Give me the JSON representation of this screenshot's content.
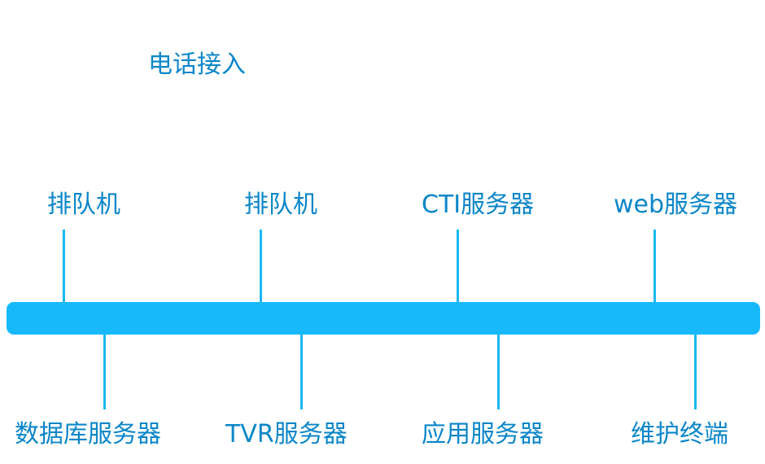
{
  "title": "电话接入",
  "bus_color": "#18b9fb",
  "line_color": "#1ab8f0",
  "text_color": "#0a86c8",
  "top_nodes": [
    {
      "label": "排队机"
    },
    {
      "label": "排队机"
    },
    {
      "label": "CTI服务器"
    },
    {
      "label": "web服务器"
    }
  ],
  "bottom_nodes": [
    {
      "label": "数据库服务器"
    },
    {
      "label": "TVR服务器"
    },
    {
      "label": "应用服务器"
    },
    {
      "label": "维护终端"
    }
  ]
}
